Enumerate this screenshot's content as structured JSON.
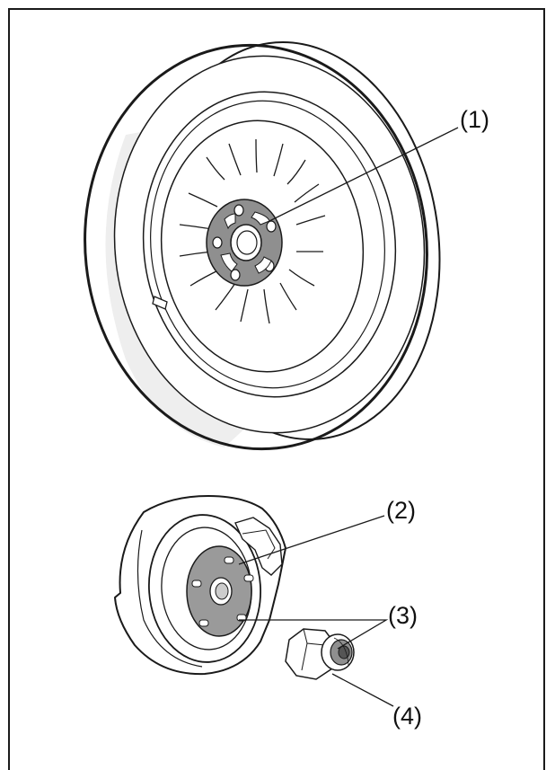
{
  "figure": {
    "callouts": {
      "c1": "(1)",
      "c2": "(2)",
      "c3": "(3)",
      "c4": "(4)"
    }
  },
  "colors": {
    "line": "#1a1a1a",
    "tire_shade": "#e6e6e6",
    "hub_shade": "#9a9a9a",
    "frame": "#1a1a1a"
  },
  "icons": {
    "wheel": "wheel-assembly-icon",
    "brake_hub": "brake-disc-hub-icon",
    "lug_nut": "lug-nut-icon"
  }
}
